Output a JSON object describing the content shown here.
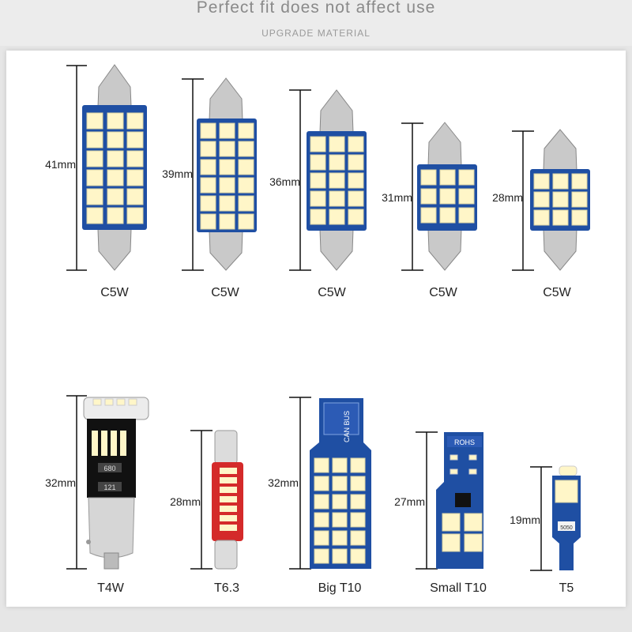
{
  "header": {
    "title": "Perfect fit does not affect use",
    "subtitle": "UPGRADE MATERIAL"
  },
  "colors": {
    "pcb_blue": "#1f4fa3",
    "led_yellow": "#fff6c8",
    "chrome": "#c9c9c9",
    "pcb_red": "#d42a2a",
    "background": "#e6e6e6"
  },
  "bulbs_top": [
    {
      "name": "C5W",
      "size": "41mm",
      "leds": "3x6"
    },
    {
      "name": "C5W",
      "size": "39mm",
      "leds": "3x6"
    },
    {
      "name": "C5W",
      "size": "36mm",
      "leds": "3x5"
    },
    {
      "name": "C5W",
      "size": "31mm",
      "leds": "3x3"
    },
    {
      "name": "C5W",
      "size": "28mm",
      "leds": "3x3"
    }
  ],
  "bulbs_bottom": [
    {
      "name": "T4W",
      "size": "32mm"
    },
    {
      "name": "T6.3",
      "size": "28mm"
    },
    {
      "name": "Big T10",
      "size": "32mm",
      "print": "CAN BUS"
    },
    {
      "name": "Small T10",
      "size": "27mm",
      "print": "ROHS"
    },
    {
      "name": "T5",
      "size": "19mm",
      "print": "5050"
    }
  ],
  "chip_labels": {
    "t4w_top": "680",
    "t4w_bottom": "121"
  }
}
